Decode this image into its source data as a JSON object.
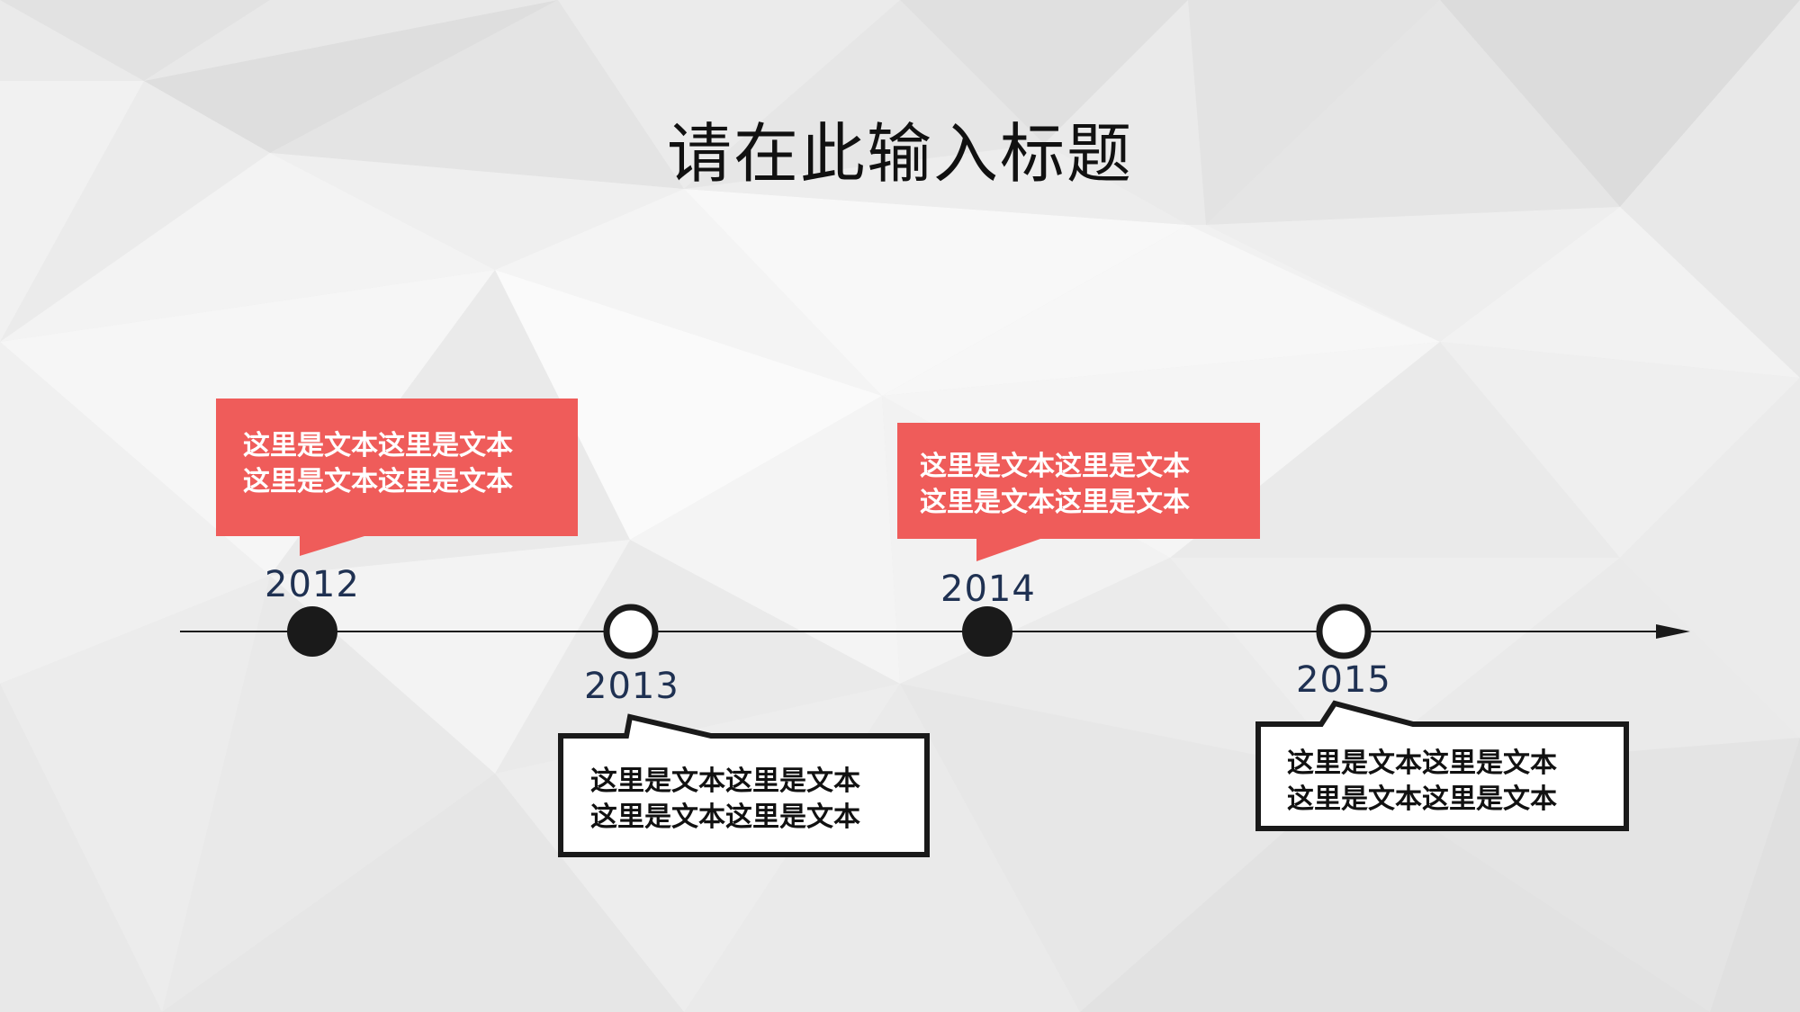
{
  "title": "请在此输入标题",
  "colors": {
    "accent_red": "#ef5c5a",
    "dark": "#1a1a1a",
    "year_text": "#1f3152"
  },
  "milestones": [
    {
      "year": "2012",
      "marker": "filled",
      "callout_style": "red",
      "callout_position": "above",
      "text_lines": [
        "这里是文本这里是文本",
        "这里是文本这里是文本"
      ]
    },
    {
      "year": "2013",
      "marker": "hollow",
      "callout_style": "outlined",
      "callout_position": "below",
      "text_lines": [
        "这里是文本这里是文本",
        "这里是文本这里是文本"
      ]
    },
    {
      "year": "2014",
      "marker": "filled",
      "callout_style": "red",
      "callout_position": "above",
      "text_lines": [
        "这里是文本这里是文本",
        "这里是文本这里是文本"
      ]
    },
    {
      "year": "2015",
      "marker": "hollow",
      "callout_style": "outlined",
      "callout_position": "below",
      "text_lines": [
        "这里是文本这里是文本",
        "这里是文本这里是文本"
      ]
    }
  ]
}
